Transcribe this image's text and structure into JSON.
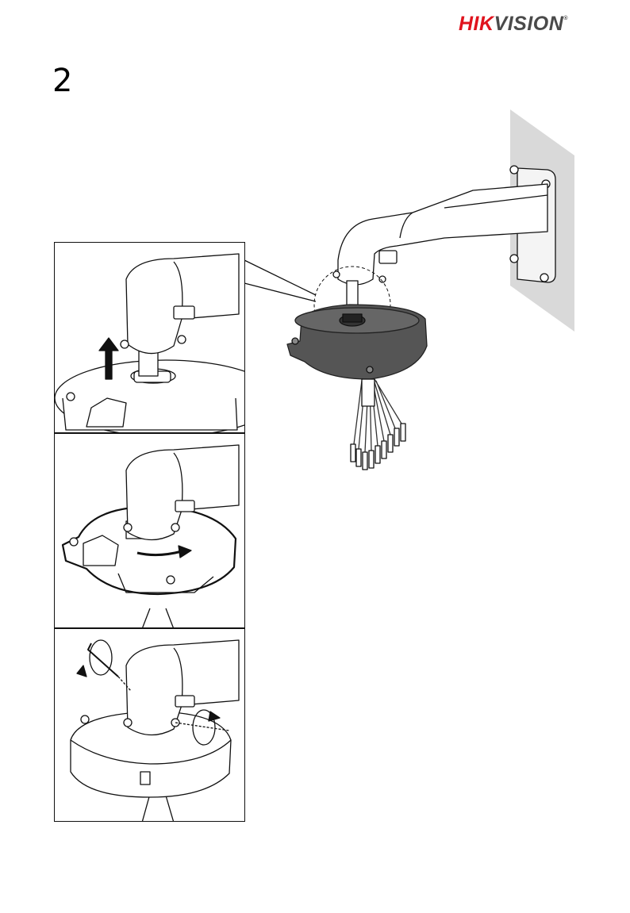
{
  "header": {
    "brand_hik": "HIK",
    "brand_vision": "VISION",
    "brand_mark": "®"
  },
  "step": {
    "number": "2"
  },
  "figures": {
    "main": "wall-mount-bracket-icon",
    "panel_1": "lift-adapter-icon",
    "panel_2": "rotate-adapter-icon",
    "panel_3": "tighten-screws-icon"
  },
  "colors": {
    "brand_red": "#e0131d",
    "brand_gray": "#4a4a4a",
    "wall": "#d9d9d9",
    "base_dark": "#555555",
    "line": "#111111"
  }
}
